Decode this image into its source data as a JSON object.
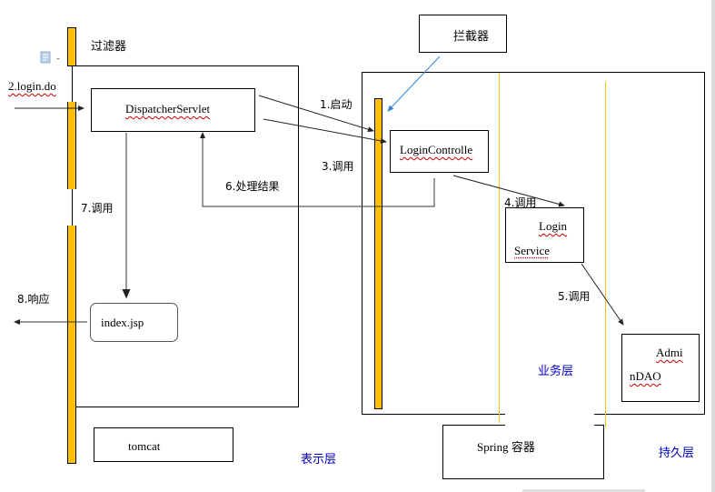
{
  "diagram": {
    "filter_label": "过滤器",
    "interceptor_label": "拦截器",
    "components": {
      "dispatcher_servlet": "DispatcherServlet",
      "login_controller": "LoginControlle",
      "login_service_line1": "Login",
      "login_service_line2": "Service",
      "admin_dao_line1": "Admi",
      "admin_dao_line2": "nDAO",
      "index_jsp": "index.jsp",
      "tomcat": "tomcat",
      "spring_container": "Spring 容器"
    },
    "steps": {
      "step1": "1.启动",
      "step2": "2.login.do",
      "step3": "3.调用",
      "step4": "4.调用",
      "step5": "5.调用",
      "step6": "6.处理结果",
      "step7": "7.调用",
      "step8": "8.响应"
    },
    "layers": {
      "presentation": "表示层",
      "business": "业务层",
      "persistence": "持久层"
    }
  },
  "icons": {
    "paste_options": "paste-options-icon"
  },
  "colors": {
    "filter_bar": "#ffc000",
    "layer_text": "#0000cc",
    "interceptor_arrow": "#2e86d1",
    "spell_underline": "#d00000"
  }
}
